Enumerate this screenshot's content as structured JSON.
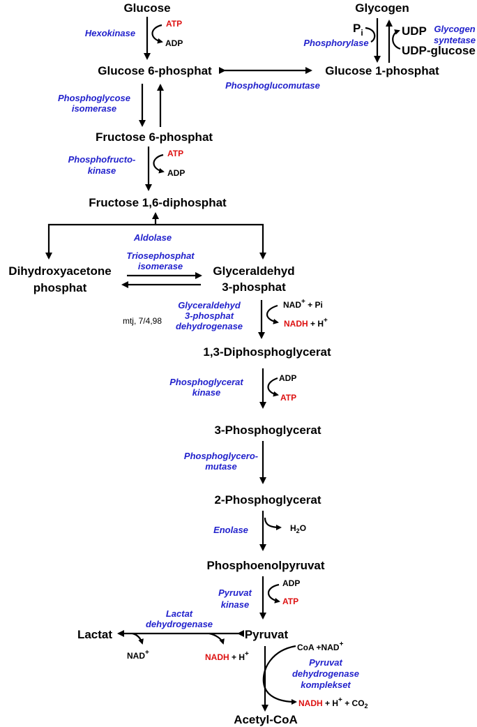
{
  "colors": {
    "enzyme": "#2222cc",
    "highlight": "#dd1111",
    "text": "#000000"
  },
  "metabolites": {
    "glucose": "Glucose",
    "glycogen": "Glycogen",
    "g6p": "Glucose 6-phosphat",
    "g1p": "Glucose 1-phosphat",
    "f6p": "Fructose 6-phosphat",
    "fbp": "Fructose 1,6-diphosphat",
    "dhap_1": "Dihydroxyacetone",
    "dhap_2": "phosphat",
    "gap_1": "Glyceraldehyd",
    "gap_2": "3-phosphat",
    "bpg": "1,3-Diphosphoglycerat",
    "pg3": "3-Phosphoglycerat",
    "pg2": "2-Phosphoglycerat",
    "pep": "Phosphoenolpyruvat",
    "pyruvat": "Pyruvat",
    "lactat": "Lactat",
    "acetylcoa": "Acetyl-CoA",
    "udp": "UDP",
    "udpglucose": "UDP-glucose"
  },
  "enzymes": {
    "hexokinase": "Hexokinase",
    "phosphorylase": "Phosphorylase",
    "glycogen_synthetase_1": "Glycogen",
    "glycogen_synthetase_2": "syntetase",
    "phosphoglucomutase": "Phosphoglucomutase",
    "pgi_1": "Phosphoglycose",
    "pgi_2": "isomerase",
    "pfk_1": "Phosphofructo-",
    "pfk_2": "kinase",
    "aldolase": "Aldolase",
    "tpi_1": "Triosephosphat",
    "tpi_2": "isomerase",
    "gapdh_1": "Glyceraldehyd",
    "gapdh_2": "3-phosphat",
    "gapdh_3": "dehydrogenase",
    "pgk_1": "Phosphoglycerat",
    "pgk_2": "kinase",
    "pgm_1": "Phosphoglycero-",
    "pgm_2": "mutase",
    "enolase": "Enolase",
    "pk_1": "Pyruvat",
    "pk_2": "kinase",
    "ldh_1": "Lactat",
    "ldh_2": "dehydrogenase",
    "pdh_1": "Pyruvat",
    "pdh_2": "dehydrogenase",
    "pdh_3": "komplekset"
  },
  "cofactors": {
    "atp": "ATP",
    "adp": "ADP",
    "nadh": "NADH",
    "nad": "NAD",
    "plus": "+",
    "pi_suffix": " + Pi",
    "h": " + H",
    "p": "P",
    "i": "i",
    "h2o_h": "H",
    "h2o_2": "2",
    "h2o_o": "O",
    "coa_nad": "CoA +NAD",
    "co2_plus": " + CO",
    "co2_2": "2"
  },
  "annotation": "mtj, 7/4,98"
}
